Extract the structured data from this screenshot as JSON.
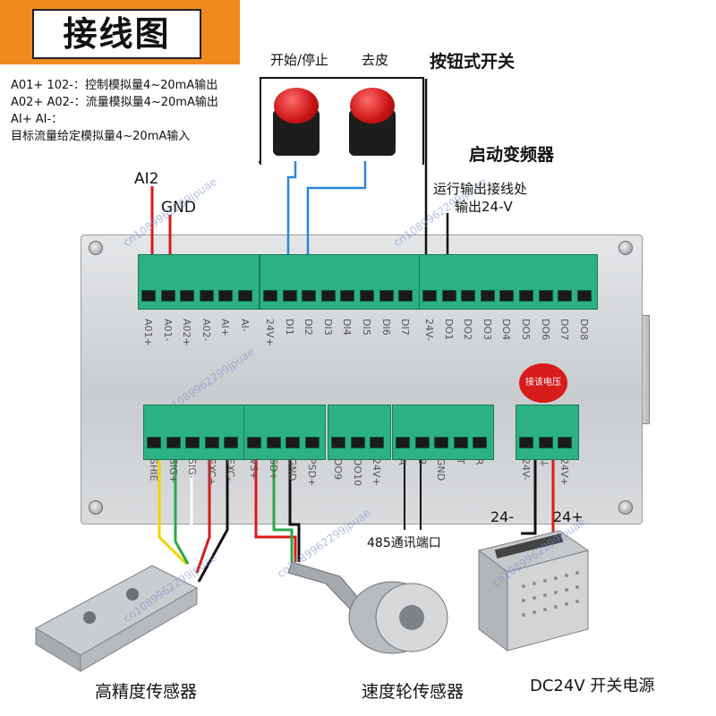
{
  "title": "接线图",
  "legend": [
    "A01+ 102-：控制模拟量4~20mA输出",
    "A02+ A02-：流量模拟量4~20mA输出",
    "AI+ AI-：",
    "目标流量给定模拟量4~20mA输入"
  ],
  "buttons": {
    "start_stop": "开始/停止",
    "tare": "去皮",
    "group_label": "按钮式开关"
  },
  "wire_labels": {
    "ai2": "AI2",
    "gnd": "GND",
    "inverter": "启动变频器",
    "run_output_1": "运行输出接线处",
    "run_output_2": "输出24-V",
    "rs485": "485通讯端口",
    "psu_minus": "24-",
    "psu_plus": "24+"
  },
  "top_pins": [
    "A01+",
    "A01-",
    "A02+",
    "A02-",
    "AI+",
    "AI-",
    "24V+",
    "DI1",
    "DI2",
    "DI3",
    "DI4",
    "DI5",
    "DI6",
    "DI7",
    "24V-",
    "DO1",
    "DO2",
    "DO3",
    "DO4",
    "DO5",
    "DO6",
    "DO7",
    "DO8"
  ],
  "bottom_pins": [
    "SHIE",
    "SIG+",
    "SIG-",
    "EXC+",
    "EXC-",
    "VS+",
    "SD+",
    "GND",
    "PSD+",
    "DO9",
    "DO10",
    "24V+",
    "A",
    "B",
    "GND",
    "T",
    "R",
    "24V-",
    "⏚",
    "24V+"
  ],
  "power_badge": "接该电压",
  "captions": {
    "sensor": "高精度传感器",
    "wheel": "速度轮传感器",
    "psu": "DC24V 开关电源"
  },
  "watermark": "cn1089962299jpuae",
  "colors": {
    "orange": "#f08a1f",
    "terminal_green": "#2cb183",
    "wire_red": "#d81b1b",
    "wire_blue": "#2b86d6",
    "wire_black": "#111111",
    "wire_yellow": "#f2d500",
    "wire_green": "#2aa84a"
  }
}
